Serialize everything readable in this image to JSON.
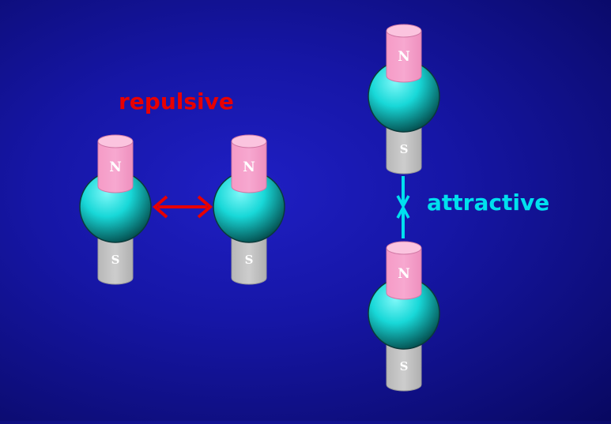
{
  "title": "",
  "labels": {
    "repulsive": "repulsive",
    "attractive": "attractive"
  },
  "poles": {
    "north": "N",
    "south": "S"
  },
  "colors": {
    "background": "#1616a6",
    "repulsive": "#e80000",
    "attractive": "#00e0ee",
    "north_pole": "#f7a3cc",
    "south_pole": "#c4c4c4",
    "sphere": "#18d8d8"
  },
  "particles": [
    {
      "id": "left-pair-1",
      "group": "repulsive"
    },
    {
      "id": "left-pair-2",
      "group": "repulsive"
    },
    {
      "id": "stack-top",
      "group": "attractive"
    },
    {
      "id": "stack-bottom",
      "group": "attractive"
    }
  ]
}
